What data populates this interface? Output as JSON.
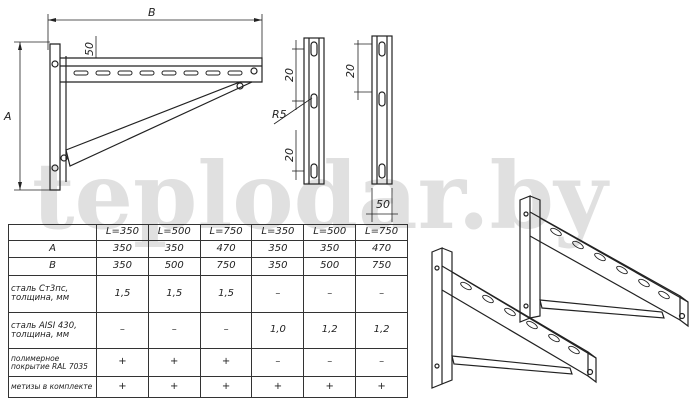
{
  "watermark": "teplodar.by",
  "dimensions": {
    "width_label": "B",
    "height_label": "A",
    "slot_offset": "50",
    "hole_pitch_top": "20",
    "hole_pitch_bottom": "20",
    "corner_radius": "R5",
    "hole_pitch_right": "20",
    "profile_width": "50"
  },
  "table": {
    "headers": [
      "",
      "L=350",
      "L=500",
      "L=750",
      "L=350",
      "L=500",
      "L=750"
    ],
    "rows": [
      {
        "label": "A",
        "values": [
          "350",
          "350",
          "470",
          "350",
          "350",
          "470"
        ]
      },
      {
        "label": "B",
        "values": [
          "350",
          "500",
          "750",
          "350",
          "500",
          "750"
        ]
      },
      {
        "label": "сталь Ст3пс, толщина, мм",
        "values": [
          "1,5",
          "1,5",
          "1,5",
          "–",
          "–",
          "–"
        ]
      },
      {
        "label": "сталь AISI 430, толщина, мм",
        "values": [
          "–",
          "–",
          "–",
          "1,0",
          "1,2",
          "1,2"
        ]
      },
      {
        "label": "полимерное покрытие RAL 7035",
        "values": [
          "+",
          "+",
          "+",
          "–",
          "–",
          "–"
        ]
      },
      {
        "label": "метизы в комплекте",
        "values": [
          "+",
          "+",
          "+",
          "+",
          "+",
          "+"
        ]
      }
    ]
  }
}
